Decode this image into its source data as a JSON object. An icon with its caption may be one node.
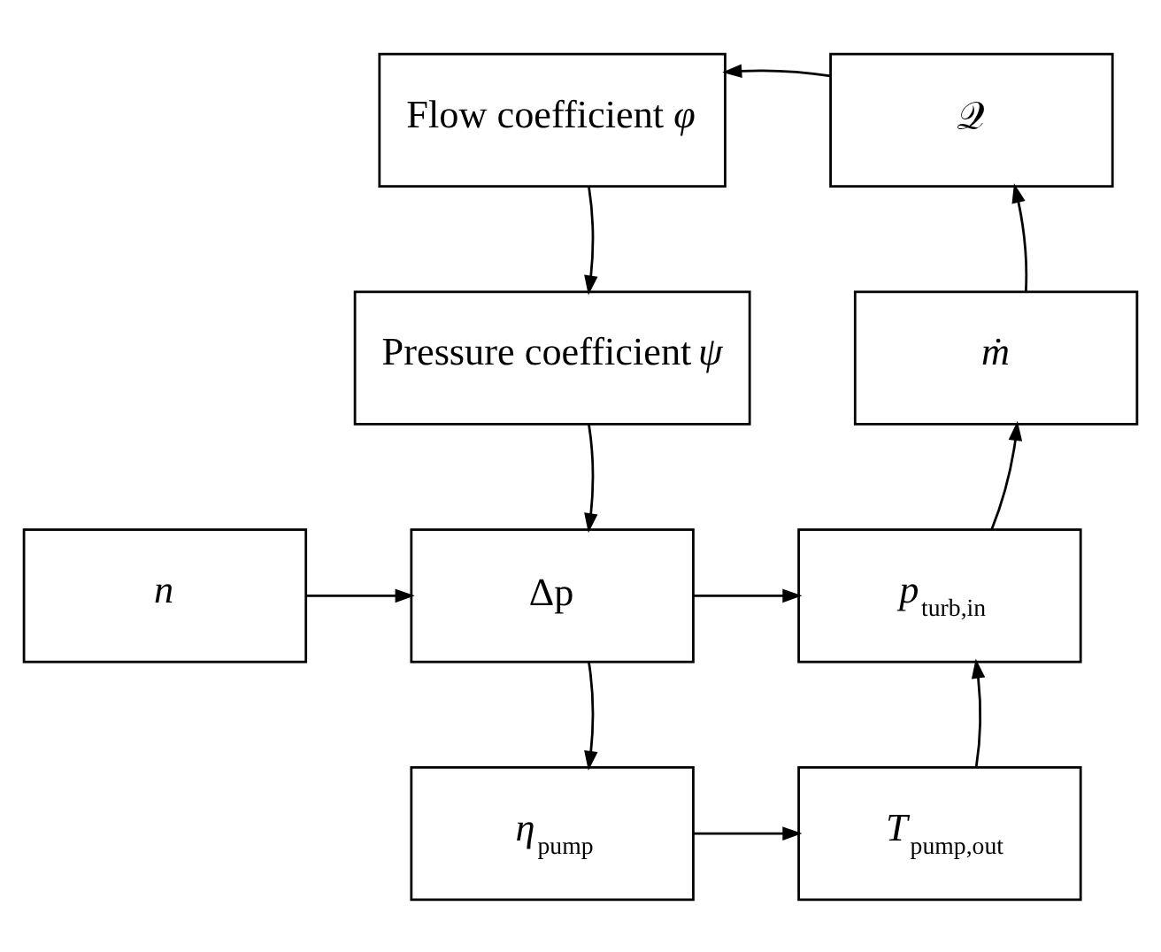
{
  "diagram": {
    "nodes": [
      {
        "text": [
          "Flow coefficient *φ*"
        ]
      },
      {
        "text": [
          "𝒬"
        ]
      },
      {
        "text": [
          "Pressure coefficient *ψ*"
        ]
      },
      {
        "text": [
          "*ṁ*"
        ]
      },
      {
        "text": [
          "*n*"
        ]
      },
      {
        "text": [
          "Δp"
        ]
      },
      {
        "text": [
          "*p*$_{turb,in}$"
        ]
      },
      {
        "text": [
          "*η*$_{pump}$"
        ]
      },
      {
        "text": [
          "*T*$_{pump,out}$"
        ]
      }
    ],
    "edges": [
      {
        "from": 1,
        "to": 0,
        "arrow": "to"
      },
      {
        "from": 0,
        "to": 2,
        "arrow": "to"
      },
      {
        "from": 2,
        "to": 5,
        "arrow": "to"
      },
      {
        "from": 4,
        "to": 5,
        "arrow": "to"
      },
      {
        "from": 5,
        "to": 6,
        "arrow": "to"
      },
      {
        "from": 5,
        "to": 7,
        "arrow": "to"
      },
      {
        "from": 7,
        "to": 8,
        "arrow": "to"
      },
      {
        "from": 8,
        "to": 6,
        "arrow": "to"
      },
      {
        "from": 6,
        "to": 3,
        "arrow": "to"
      },
      {
        "from": 3,
        "to": 1,
        "arrow": "to"
      }
    ]
  }
}
